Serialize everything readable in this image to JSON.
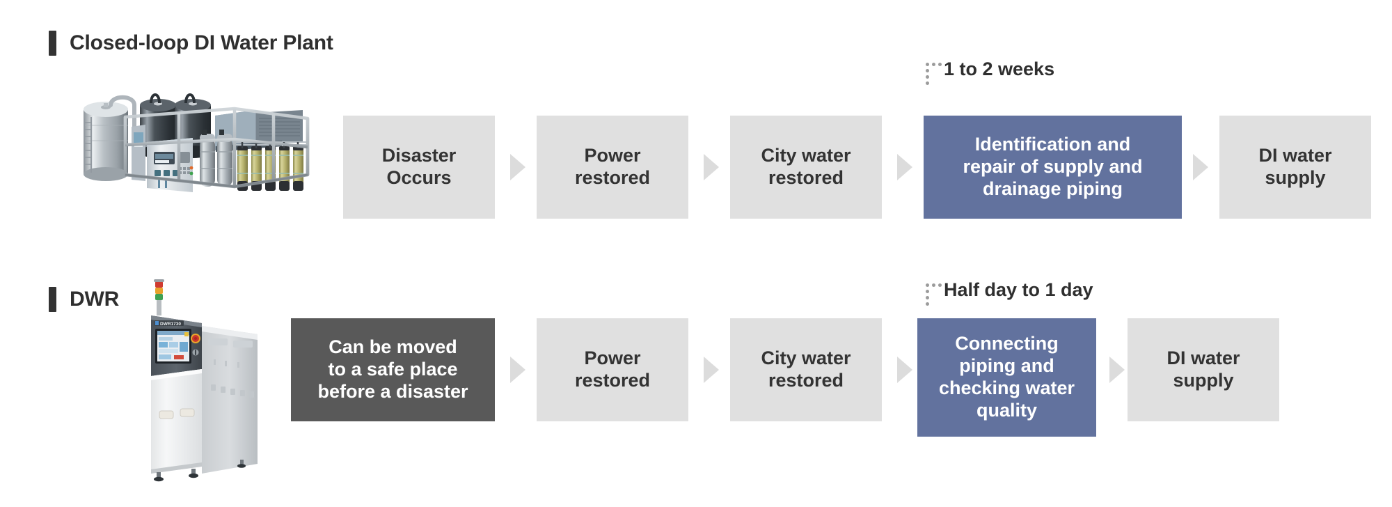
{
  "sections": [
    {
      "id": "closed-loop",
      "title": "Closed-loop DI Water Plant",
      "duration": {
        "label": "1 to 2 weeks",
        "marker": "dotted-corner-bracket"
      },
      "steps": [
        {
          "label": "Disaster Occurs",
          "lines": [
            "Disaster",
            "Occurs"
          ],
          "style": "gray"
        },
        {
          "label": "Power restored",
          "lines": [
            "Power",
            "restored"
          ],
          "style": "gray"
        },
        {
          "label": "City water restored",
          "lines": [
            "City water",
            "restored"
          ],
          "style": "gray"
        },
        {
          "label": "Identification and repair of supply and drainage piping",
          "lines": [
            "Identification and",
            "repair of supply and",
            "drainage piping"
          ],
          "style": "blue"
        },
        {
          "label": "DI water supply",
          "lines": [
            "DI water",
            "supply"
          ],
          "style": "gray"
        }
      ],
      "illustration": "di-water-plant-illustration"
    },
    {
      "id": "dwr",
      "title": "DWR",
      "duration": {
        "label": "Half day to 1 day",
        "marker": "dotted-corner-bracket"
      },
      "steps": [
        {
          "label": "Can be moved to a safe place before a disaster",
          "lines": [
            "Can be moved",
            "to a safe place",
            "before a disaster"
          ],
          "style": "dark"
        },
        {
          "label": "Power restored",
          "lines": [
            "Power",
            "restored"
          ],
          "style": "gray"
        },
        {
          "label": "City water restored",
          "lines": [
            "City water",
            "restored"
          ],
          "style": "gray"
        },
        {
          "label": "Connecting piping and checking water quality",
          "lines": [
            "Connecting",
            "piping and",
            "checking water",
            "quality"
          ],
          "style": "blue"
        },
        {
          "label": "DI water supply",
          "lines": [
            "DI water",
            "supply"
          ],
          "style": "gray"
        }
      ],
      "illustration": "dwr-unit-illustration",
      "device_label": "DWR1730"
    }
  ],
  "colors": {
    "gray_box": "#e0e0e0",
    "dark_box": "#595959",
    "blue_box": "#62729e",
    "arrow": "#dcdcdc",
    "text_dark": "#333333",
    "text_light": "#ffffff",
    "accent_bar": "#333333",
    "background": "#ffffff"
  }
}
